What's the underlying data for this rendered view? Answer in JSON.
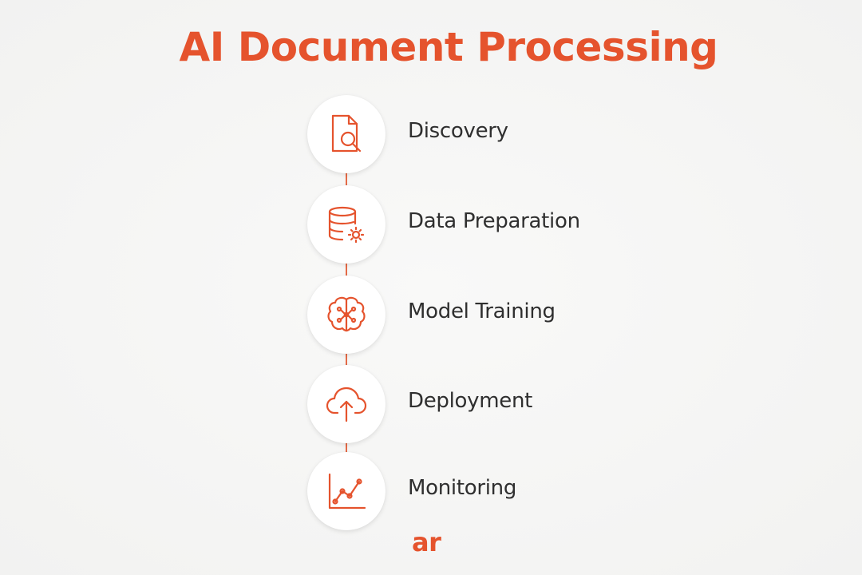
{
  "title": "AI Document Processing",
  "colors": {
    "accent": "#e5532d",
    "text": "#2f2f2f",
    "background": "#f4f4f3",
    "circle": "#ffffff"
  },
  "steps": [
    {
      "label": "Discovery",
      "icon": "document-search-icon"
    },
    {
      "label": "Data Preparation",
      "icon": "database-gear-icon"
    },
    {
      "label": "Model Training",
      "icon": "brain-network-icon"
    },
    {
      "label": "Deployment",
      "icon": "cloud-upload-icon"
    },
    {
      "label": "Monitoring",
      "icon": "line-chart-icon"
    }
  ],
  "logo": "ar"
}
